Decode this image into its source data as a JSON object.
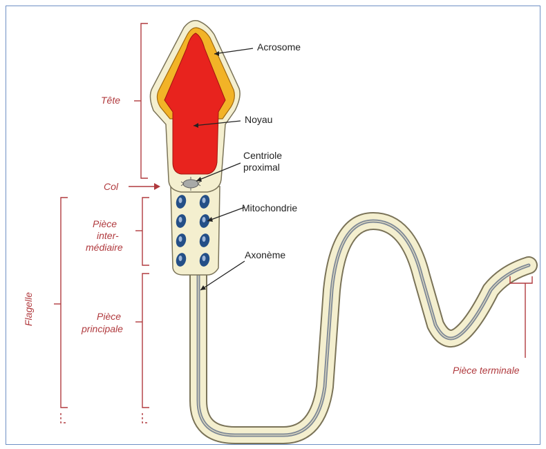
{
  "diagram": {
    "labels": {
      "acrosome": "Acrosome",
      "noyau": "Noyau",
      "centriole_line1": "Centriole",
      "centriole_line2": "proximal",
      "mitochondrie": "Mitochondrie",
      "axoneme": "Axonème",
      "tete": "Tête",
      "col": "Col",
      "piece_inter_1": "Pièce",
      "piece_inter_2": "inter-",
      "piece_inter_3": "médiaire",
      "flagelle": "Flagelle",
      "piece_principale_1": "Pièce",
      "piece_principale_2": "principale",
      "piece_terminale": "Pièce terminale"
    },
    "colors": {
      "nucleus": "#e8231e",
      "acrosome": "#f2b327",
      "cell_body": "#f4efcf",
      "axoneme": "#808a96",
      "mitochondria": "#244f87",
      "label_red": "#b03a3e",
      "frame": "#6d8fc4"
    }
  }
}
